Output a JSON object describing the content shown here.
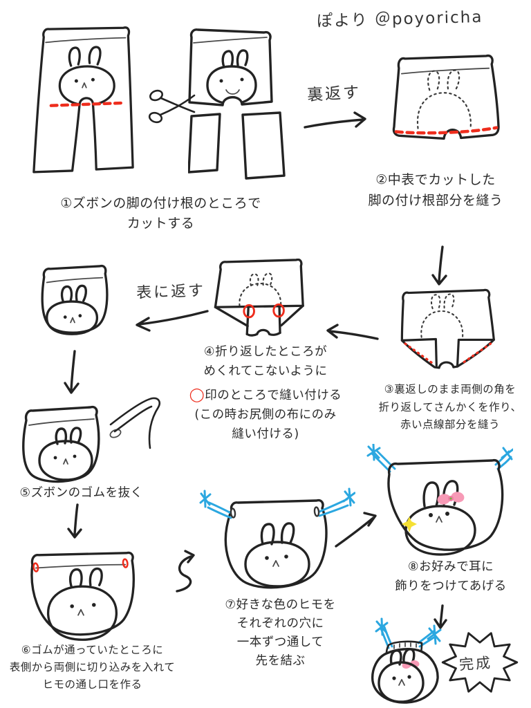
{
  "annotations": {
    "credit": "ぽより ＠poyoricha",
    "flip_inside_out": "裏返す",
    "turn_right_side_out": "表に返す",
    "complete": "完成"
  },
  "steps": {
    "s1": {
      "l1": "①ズボンの脚の付け根のところで",
      "l2": "カットする"
    },
    "s2": {
      "l1": "②中表でカットした",
      "l2": "脚の付け根部分を縫う"
    },
    "s3": {
      "l1": "③裏返しのまま両側の角を",
      "l2": "折り返してさんかくを作り、",
      "l3": "赤い点線部分を縫う"
    },
    "s4": {
      "l1": "④折り返したところが",
      "l2": "めくれてこないように",
      "mark": "◯",
      "l3": "印のところで縫い付ける",
      "l4": "(この時お尻側の布にのみ",
      "l5": "縫い付ける)"
    },
    "s5": {
      "l1": "⑤ズボンのゴムを抜く"
    },
    "s6": {
      "l1": "⑥ゴムが通っていたところに",
      "l2": "表側から両側に切り込みを入れて",
      "l3": "ヒモの通し口を作る"
    },
    "s7": {
      "l1": "⑦好きな色のヒモを",
      "l2": "それぞれの穴に",
      "l3": "一本ずつ通して",
      "l4": "先を結ぶ"
    },
    "s8": {
      "l1": "⑧お好みで耳に",
      "l2": "飾りをつけてあげる"
    }
  },
  "colors": {
    "ink": "#232323",
    "stitch_red": "#ee2d1d",
    "string_blue": "#2ba7e0",
    "bow_pink": "#f79ab6",
    "sparkle_yellow": "#f5e033"
  }
}
